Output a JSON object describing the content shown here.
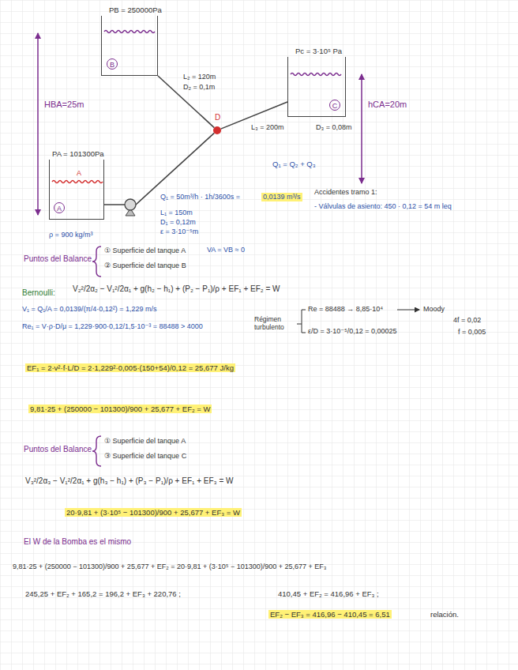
{
  "diagram": {
    "nodes": [
      {
        "text": [
          "PB = 250000Pa",
          "B"
        ]
      },
      {
        "text": [
          "Pc = 3·10⁵ Pa",
          "C"
        ]
      },
      {
        "text": [
          "D"
        ]
      },
      {
        "text": [
          "PA = 101300Pa",
          "A",
          "A"
        ]
      }
    ],
    "edges": [
      {
        "from": 3,
        "to": 2,
        "arrow": "none"
      },
      {
        "from": 2,
        "to": 0,
        "arrow": "none"
      },
      {
        "from": 2,
        "to": 1,
        "arrow": "none"
      }
    ],
    "labels": [
      "HBA=25m",
      "hCA=20m",
      "L₂ = 120m",
      "D₂ = 0,1m",
      "L₃ = 200m",
      "D₃ = 0,08m",
      "Q₁ = Q₂ + Q₃",
      "Q₁ = 50m³/h · 1h/3600s =",
      "0,0139 m³/s",
      "L₁ = 150m",
      "D₁ = 0,12m",
      "ε = 3·10⁻⁵m",
      "Accidentes tramo 1:",
      "- Válvulas de asiento: 450 · 0,12 = 54 m leq",
      "ρ = 900 kg/m³",
      "Puntos del Balance",
      "① Superficie del tanque A",
      "② Superficie del tanque B",
      "VA = VB ≈ 0",
      "Bernoulli:",
      "V₂²/2α₂ − V₁²/2α₁ + g(h₂ − h₁) + (P₂ − P₁)/ρ + EF₁ + EF₂ = W",
      "V₁ = Q₁/A = 0,0139/(π/4·0,12²) = 1,229 m/s",
      "Re₁ = V·ρ·D/μ = 1,229·900·0,12/1,5·10⁻³ = 88488 > 4000",
      "Régimen turbulento",
      "Re = 88488 → 8,85·10⁴",
      "Moody",
      "ε/D = 3·10⁻⁵/0,12 = 0,00025",
      "4f = 0,02",
      "f = 0,005",
      "EF₁ = 2·v²·f·L/D = 2·1,229²·0,005·(150+54)/0,12 = 25,677 J/kg",
      "9,81·25 + (250000 − 101300)/900 + 25,677 + EF₂ = W",
      "Puntos del Balance",
      "① Superficie del tanque A",
      "③ Superficie del tanque C",
      "V₃²/2α₃ − V₁²/2α₁ + g(h₃ − h₁) + (P₃ − P₁)/ρ + EF₁ + EF₃ = W",
      "20·9,81 + (3·10⁵ − 101300)/900 + 25,677 + EF₃ = W",
      "El W de la Bomba es el mismo",
      "9,81·25 + (250000 − 101300)/900 + 25,677 + EF₂ = 20·9,81 + (3·10⁵ − 101300)/900 + 25,677 + EF₃",
      "245,25 + EF₂ + 165,2 = 196,2 + EF₃ + 220,76 ;",
      "410,45 + EF₂ = 416,96 + EF₃ ;",
      "EF₂ − EF₃ = 416,96 − 410,45 = 6,51",
      "relación."
    ]
  }
}
